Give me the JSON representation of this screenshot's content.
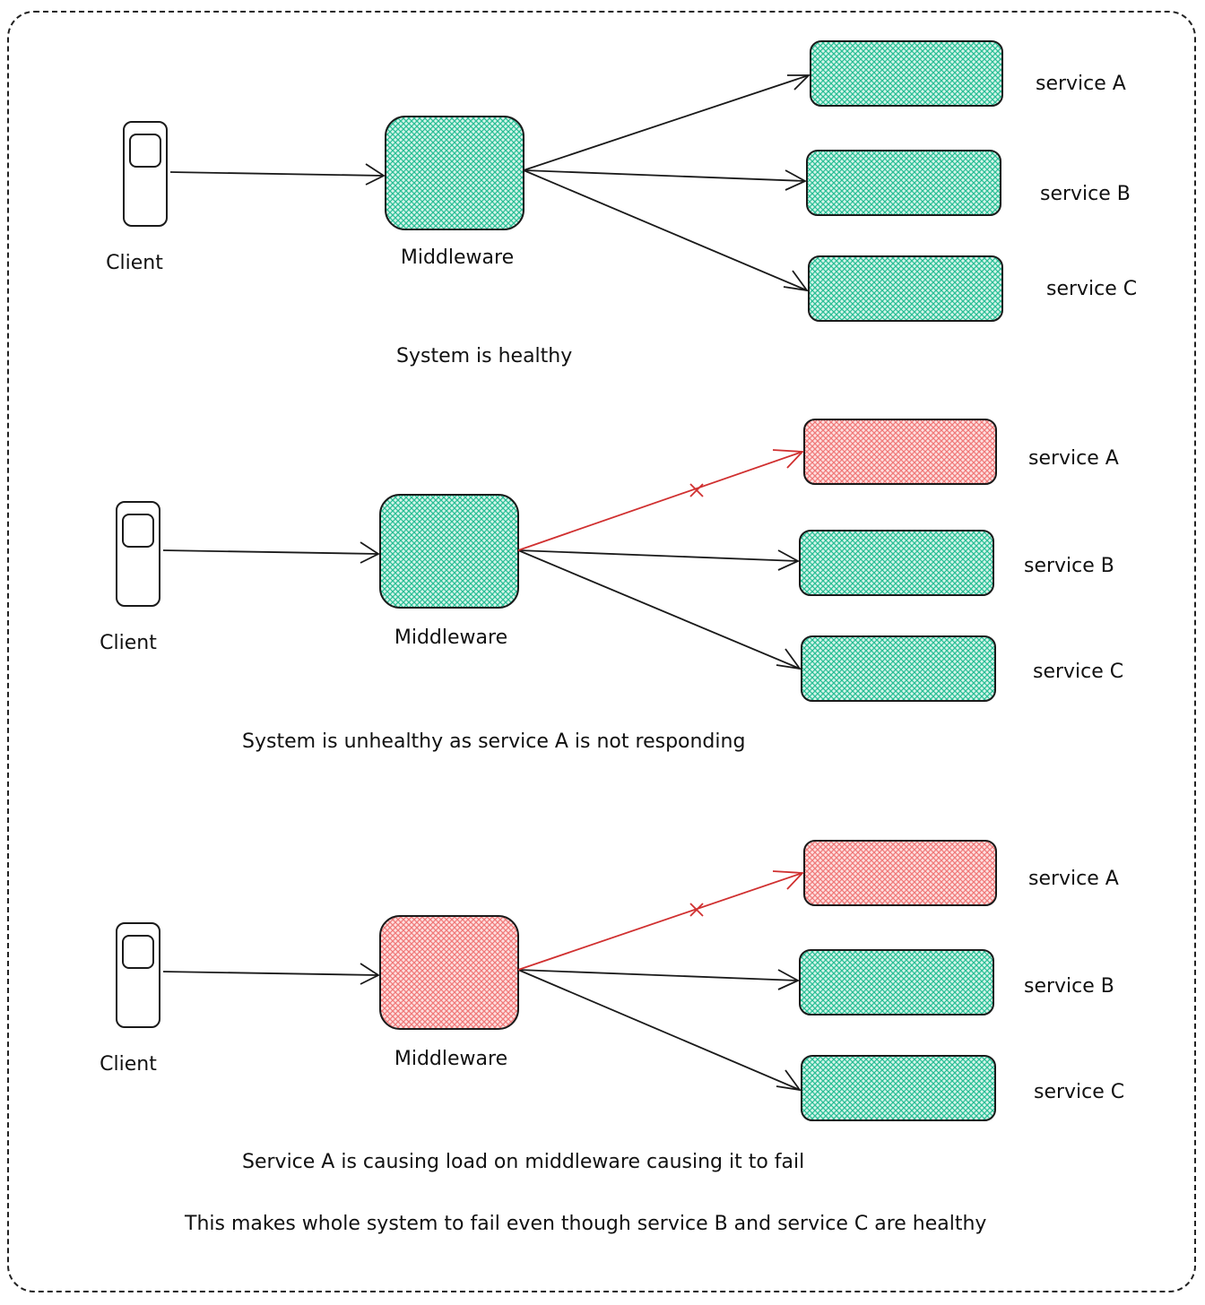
{
  "colors": {
    "healthy": "#2bbf96",
    "failed": "#f07a7a",
    "failed_edge": "#d03030",
    "stroke": "#1a1a1a"
  },
  "scenarios": [
    {
      "client_label": "Client",
      "middleware_label": "Middleware",
      "middleware_state": "healthy",
      "services": [
        {
          "label": "service A",
          "state": "healthy",
          "link": "ok"
        },
        {
          "label": "service B",
          "state": "healthy",
          "link": "ok"
        },
        {
          "label": "service C",
          "state": "healthy",
          "link": "ok"
        }
      ],
      "captions": [
        "System is healthy"
      ]
    },
    {
      "client_label": "Client",
      "middleware_label": "Middleware",
      "middleware_state": "healthy",
      "services": [
        {
          "label": "service A",
          "state": "failed",
          "link": "broken"
        },
        {
          "label": "service B",
          "state": "healthy",
          "link": "ok"
        },
        {
          "label": "service C",
          "state": "healthy",
          "link": "ok"
        }
      ],
      "captions": [
        "System is unhealthy as service A is not responding"
      ]
    },
    {
      "client_label": "Client",
      "middleware_label": "Middleware",
      "middleware_state": "failed",
      "services": [
        {
          "label": "service A",
          "state": "failed",
          "link": "broken"
        },
        {
          "label": "service B",
          "state": "healthy",
          "link": "ok"
        },
        {
          "label": "service C",
          "state": "healthy",
          "link": "ok"
        }
      ],
      "captions": [
        "Service A is causing load on middleware causing it to fail",
        "This makes whole system to fail even though service B and service C are  healthy"
      ]
    }
  ]
}
